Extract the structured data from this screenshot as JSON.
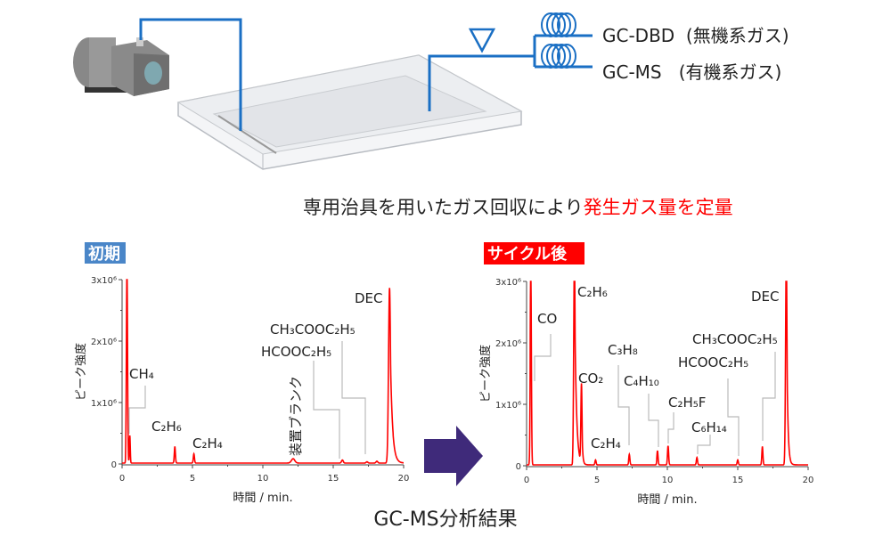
{
  "setup": {
    "detectors": [
      "GC-DBD  (無機系ガス)",
      "GC-MS   (有機系ガス)"
    ],
    "caption_black": "専用治具を用いたガス回収により",
    "caption_red": "発生ガス量を定量"
  },
  "footer_title": "GC-MS分析結果",
  "colors": {
    "line": "#1a6fc4",
    "trace": "#ff0000",
    "initial_badge": "#4a86c8",
    "cycled_badge": "#ff0000",
    "arrow": "#3f2a7a"
  },
  "chart_data": [
    {
      "type": "line",
      "title": "初期",
      "xlabel": "時間 / min.",
      "ylabel": "ピーク強度",
      "xlim": [
        0,
        20
      ],
      "ylim": [
        0,
        3000000
      ],
      "xticks": [
        "0",
        "5",
        "10",
        "15",
        "20"
      ],
      "yticks": [
        "0",
        "1x10⁶",
        "2x10⁶",
        "3x10⁶"
      ],
      "peaks": [
        {
          "t": 0.35,
          "h": 3200000,
          "w": 0.04
        },
        {
          "t": 0.55,
          "h": 450000,
          "w": 0.03
        },
        {
          "t": 3.75,
          "h": 270000,
          "w": 0.04
        },
        {
          "t": 5.1,
          "h": 150000,
          "w": 0.04
        },
        {
          "t": 12.15,
          "h": 70000,
          "w": 0.12
        },
        {
          "t": 15.65,
          "h": 50000,
          "w": 0.06
        },
        {
          "t": 17.4,
          "h": 20000,
          "w": 0.06
        },
        {
          "t": 18.1,
          "h": 30000,
          "w": 0.06
        },
        {
          "t": 19.0,
          "h": 2850000,
          "w": 0.07,
          "tail": 0.15
        }
      ],
      "annotations": [
        "CH₄",
        "C₂H₆",
        "C₂H₄",
        "装置ブランク",
        "HCOOC₂H₅",
        "CH₃COOC₂H₅",
        "DEC"
      ]
    },
    {
      "type": "line",
      "title": "サイクル後",
      "xlabel": "時間 / min.",
      "ylabel": "ピーク強度",
      "xlim": [
        0,
        20
      ],
      "ylim": [
        0,
        3000000
      ],
      "xticks": [
        "0",
        "5",
        "10",
        "15",
        "20"
      ],
      "yticks": [
        "0",
        "1x10⁶",
        "2x10⁶",
        "3x10⁶"
      ],
      "peaks": [
        {
          "t": 0.3,
          "h": 3300000,
          "w": 0.04
        },
        {
          "t": 3.4,
          "h": 3400000,
          "w": 0.05,
          "tail": 0.12
        },
        {
          "t": 3.9,
          "h": 1280000,
          "w": 0.04,
          "tail": 0.05
        },
        {
          "t": 4.9,
          "h": 80000,
          "w": 0.04
        },
        {
          "t": 7.3,
          "h": 170000,
          "w": 0.04
        },
        {
          "t": 9.3,
          "h": 230000,
          "w": 0.04
        },
        {
          "t": 10.05,
          "h": 310000,
          "w": 0.04
        },
        {
          "t": 12.1,
          "h": 120000,
          "w": 0.04
        },
        {
          "t": 15.0,
          "h": 80000,
          "w": 0.04
        },
        {
          "t": 16.75,
          "h": 300000,
          "w": 0.04
        },
        {
          "t": 18.45,
          "h": 3400000,
          "w": 0.05,
          "tail": 0.08
        }
      ],
      "annotations": [
        "CO",
        "C₂H₆",
        "CO₂",
        "C₂H₄",
        "C₃H₈",
        "C₄H₁₀",
        "C₂H₅F",
        "C₆H₁₄",
        "HCOOC₂H₅",
        "CH₃COOC₂H₅",
        "DEC"
      ]
    }
  ]
}
